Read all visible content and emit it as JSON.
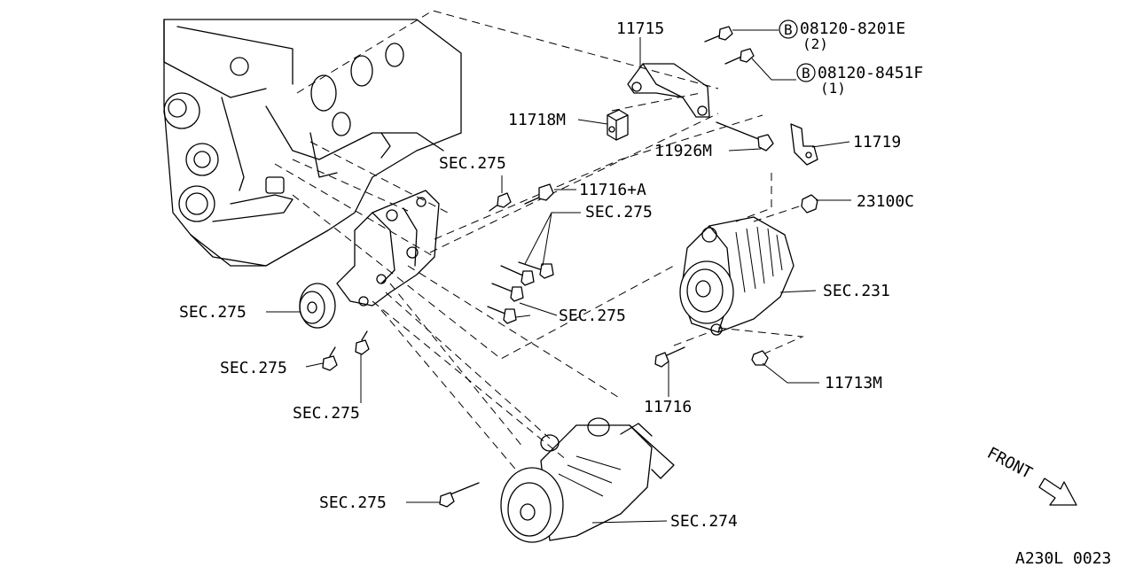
{
  "labels": {
    "p11715": "11715",
    "bolt_a_part": "08120-8201E",
    "bolt_a_qty": "(2)",
    "bolt_b_part": "08120-8451F",
    "bolt_b_qty": "(1)",
    "bolt_marker": "B",
    "p11718m": "11718M",
    "p11926m": "11926M",
    "p11719": "11719",
    "sec275_top": "SEC.275",
    "p11716a": "11716+A",
    "sec275_right1": "SEC.275",
    "p23100c": "23100C",
    "sec231": "SEC.231",
    "sec275_left": "SEC.275",
    "sec275_right2": "SEC.275",
    "sec275_bolt": "SEC.275",
    "sec275_bottom": "SEC.275",
    "p11716": "11716",
    "p11713m": "11713M",
    "sec275_comp": "SEC.275",
    "sec274": "SEC.274",
    "front": "FRONT",
    "diagram_code": "A230L 0023"
  }
}
